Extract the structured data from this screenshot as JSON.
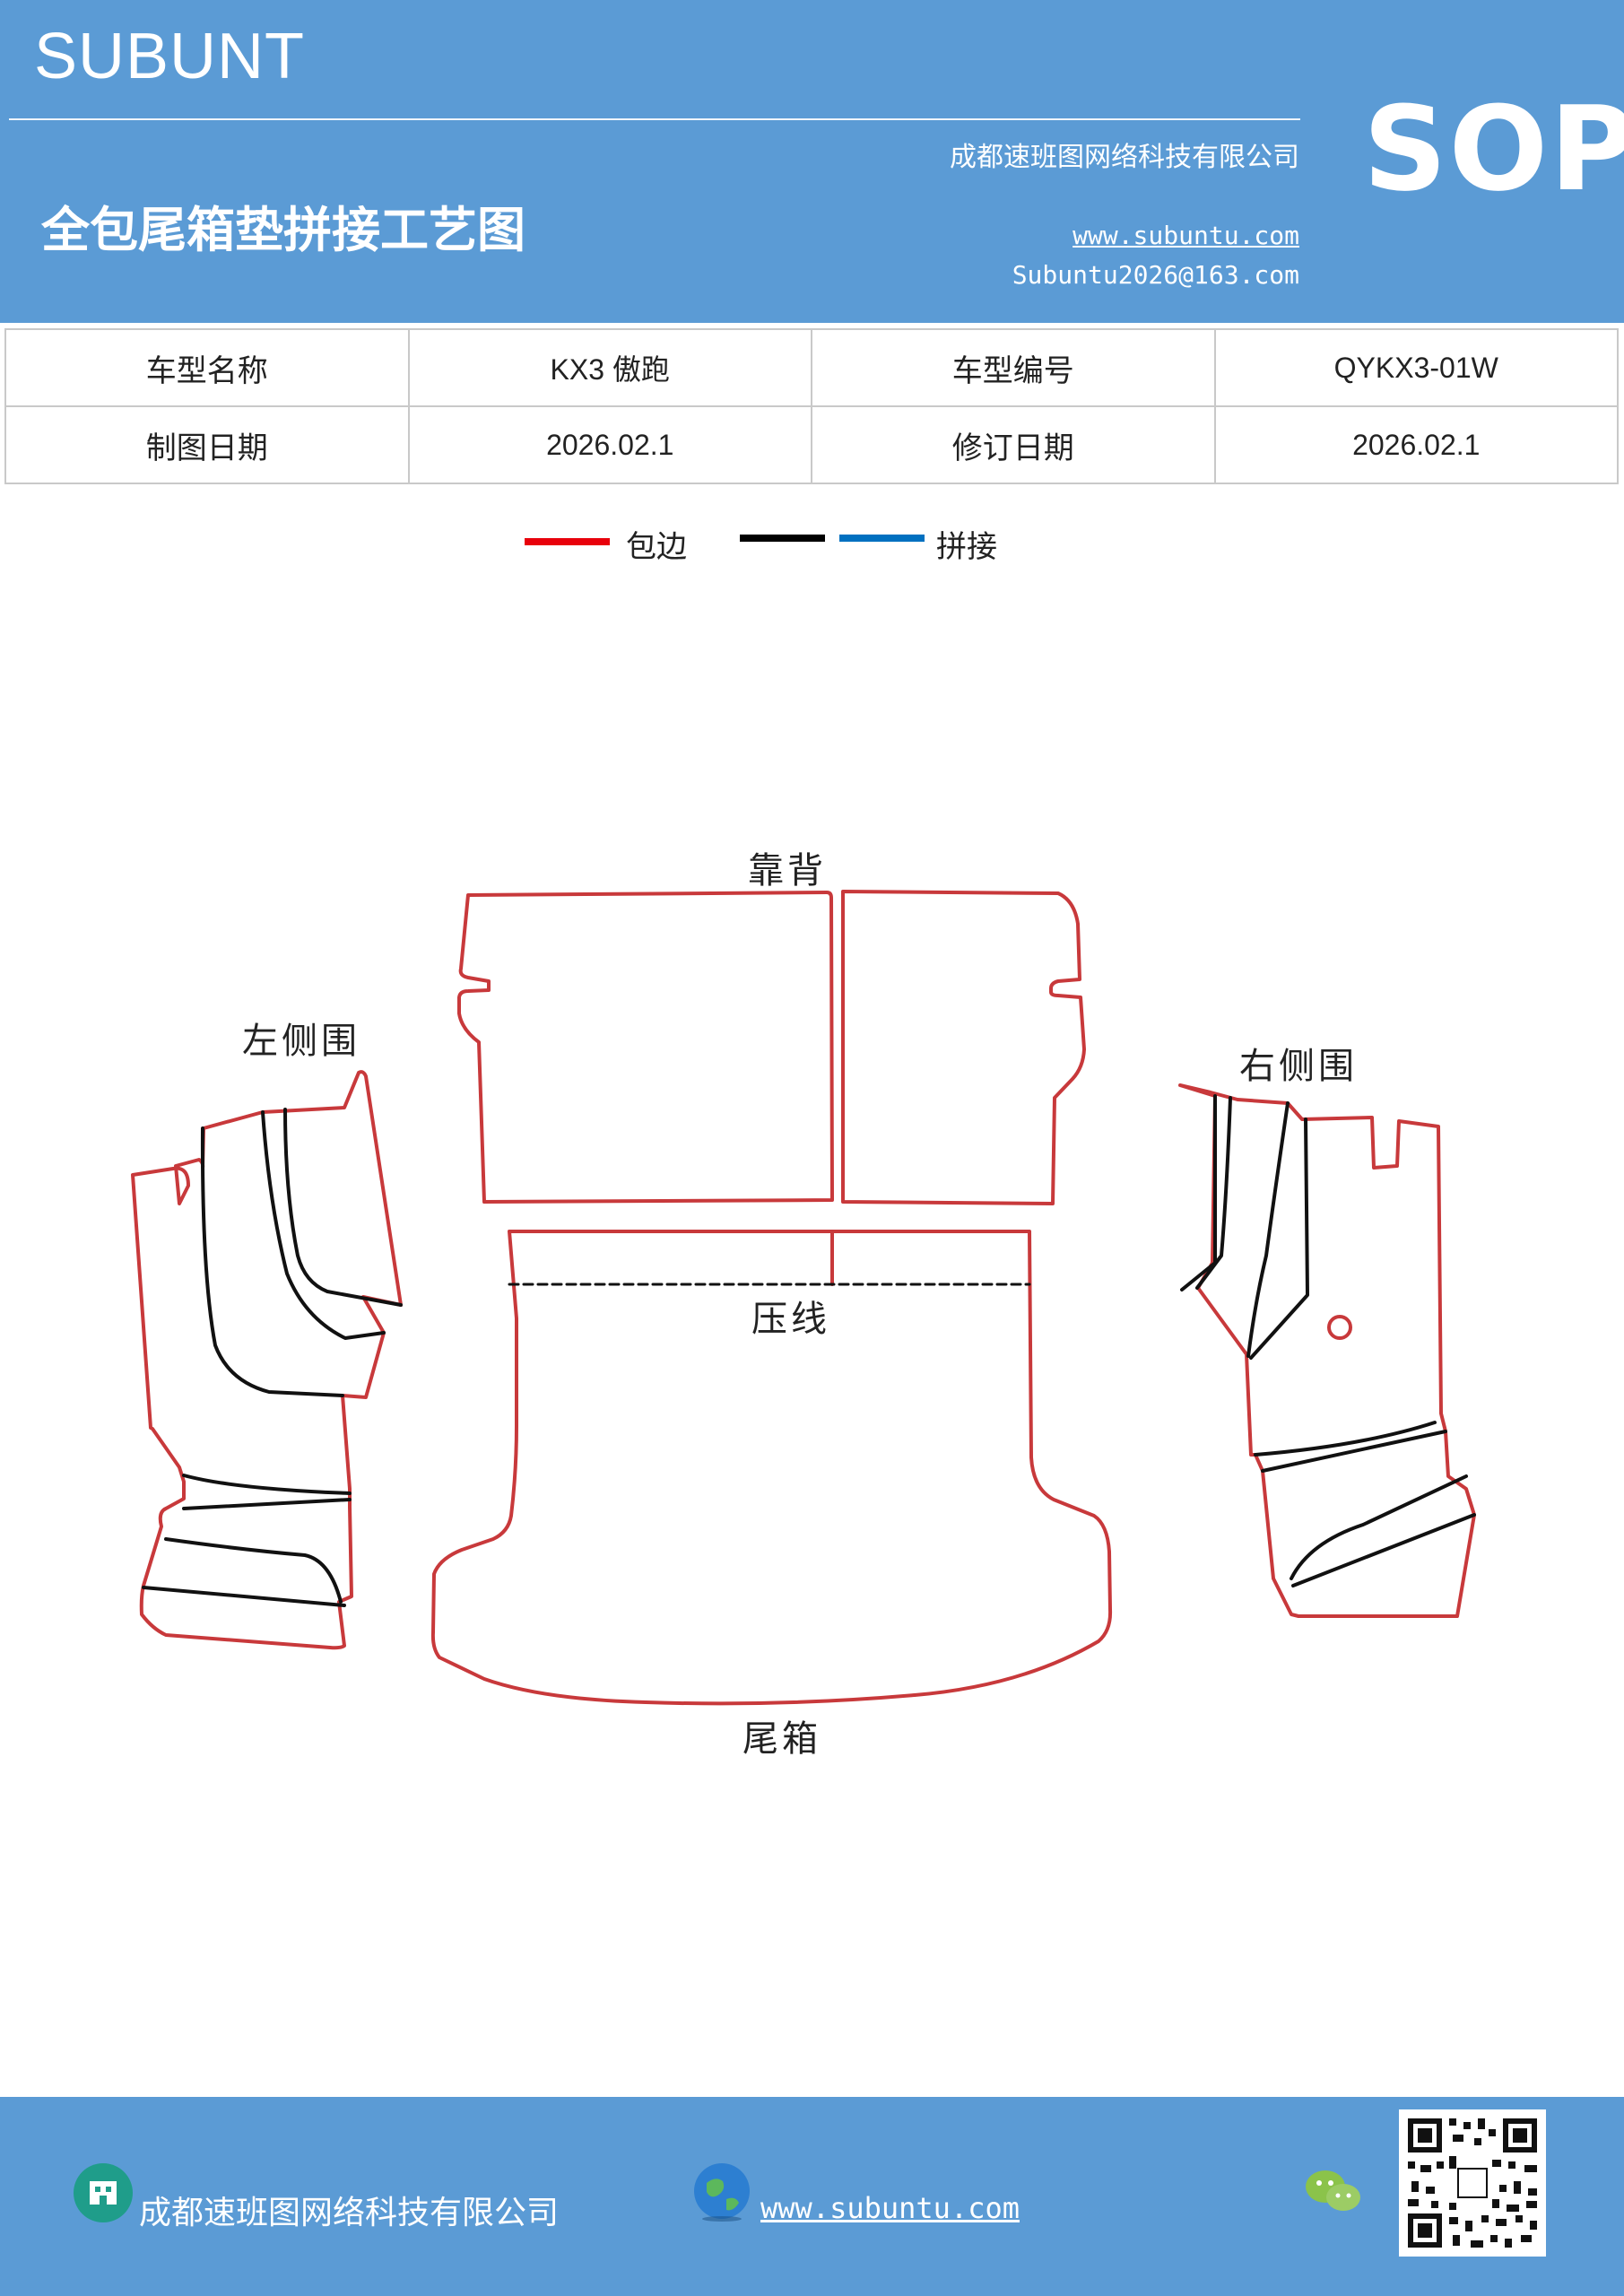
{
  "header": {
    "brand": "SUBUNT",
    "company": "成都速班图网络科技有限公司",
    "title": "全包尾箱垫拼接工艺图",
    "url": "www.subuntu.com",
    "email": "Subuntu2026@163.com",
    "badge": "SOP",
    "bg_color": "#5b9bd5"
  },
  "info_table": {
    "rows": [
      {
        "label1": "车型名称",
        "value1": "KX3 傲跑",
        "label2": "车型编号",
        "value2": "QYKX3-01W"
      },
      {
        "label1": "制图日期",
        "value1": "2026.02.1",
        "label2": "修订日期",
        "value2": "2026.02.1"
      }
    ]
  },
  "legend": {
    "items": [
      {
        "color": "#e8000b",
        "label": "包边"
      },
      {
        "color": "#000000",
        "label": ""
      },
      {
        "color": "#0070c0",
        "label": "拼接"
      }
    ]
  },
  "diagram": {
    "labels": {
      "back": "靠背",
      "left_side": "左侧围",
      "right_side": "右侧围",
      "press_line": "压线",
      "trunk": "尾箱"
    },
    "colors": {
      "edge": "#c8393b",
      "seam": "#111111"
    }
  },
  "footer": {
    "company": "成都速班图网络科技有限公司",
    "url": "www.subuntu.com",
    "icons": [
      "building-icon",
      "globe-icon",
      "wechat-icon",
      "qr-code"
    ]
  }
}
